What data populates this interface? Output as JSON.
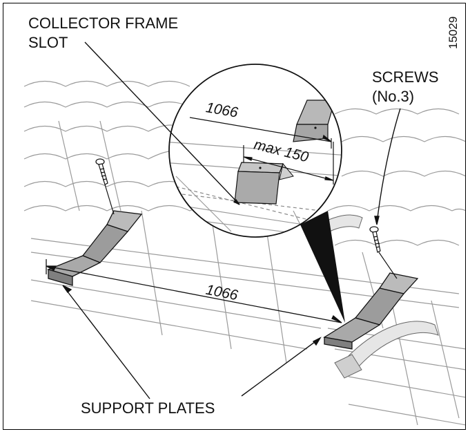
{
  "figure_number": "15029",
  "labels": {
    "collector_frame_slot_line1": "COLLECTOR FRAME",
    "collector_frame_slot_line2": "SLOT",
    "screws_line1": "SCREWS",
    "screws_line2": "(No.3)",
    "support_plates": "SUPPORT PLATES"
  },
  "dimensions": {
    "detail_length": "1066",
    "max_offset": "max 150",
    "main_length": "1066"
  },
  "colors": {
    "line": "#111111",
    "plate_fill": "#b8b8b8",
    "plate_dark": "#8a8a8a",
    "tile_stroke": "#9a9a9a"
  }
}
